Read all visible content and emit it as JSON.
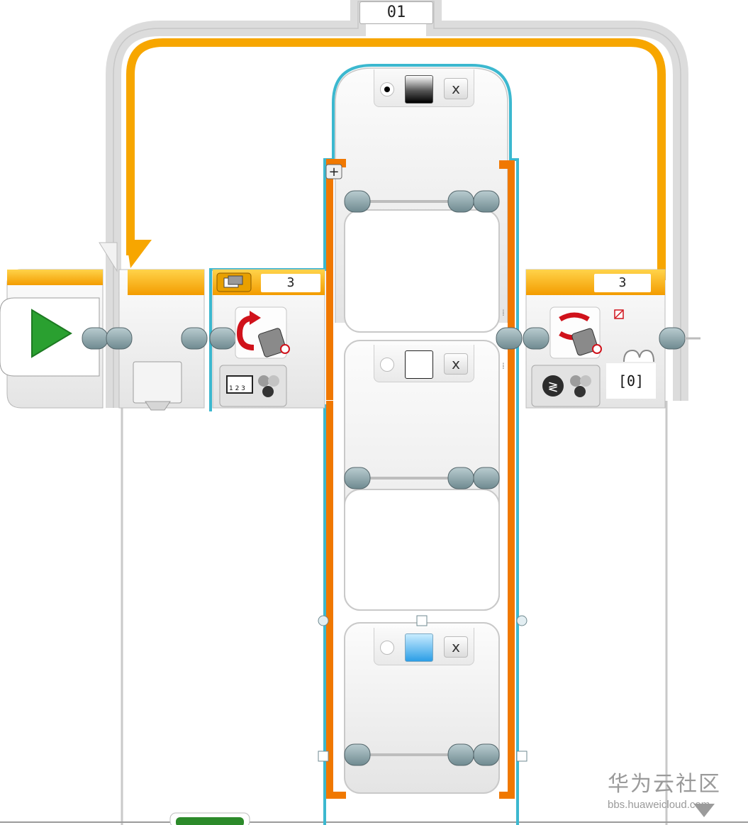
{
  "loop": {
    "name": "01"
  },
  "switch": {
    "mode_icon": "color-sensor-measure-color-icon",
    "port_value": "3",
    "add_case_symbol": "+",
    "cases": [
      {
        "color_name": "black",
        "color_hex": "#000000",
        "default_selected": true,
        "remove_label": "x"
      },
      {
        "color_name": "white",
        "color_hex": "#ffffff",
        "default_selected": false,
        "remove_label": "x"
      },
      {
        "color_name": "blue",
        "color_hex": "#3aa0e0",
        "default_selected": false,
        "remove_label": "x"
      }
    ]
  },
  "loop_exit": {
    "mode_icon": "color-sensor-compare-color-icon",
    "port_value": "3",
    "colors_output": "[0]"
  },
  "colors": {
    "flow_block": "#f7a600",
    "switch_outline": "#3cb8cf",
    "case_frame": "#f07800",
    "start_arrow": "#2aa030"
  },
  "watermark": {
    "brand": "华为云社区",
    "url": "bbs.huaweicloud.com"
  }
}
